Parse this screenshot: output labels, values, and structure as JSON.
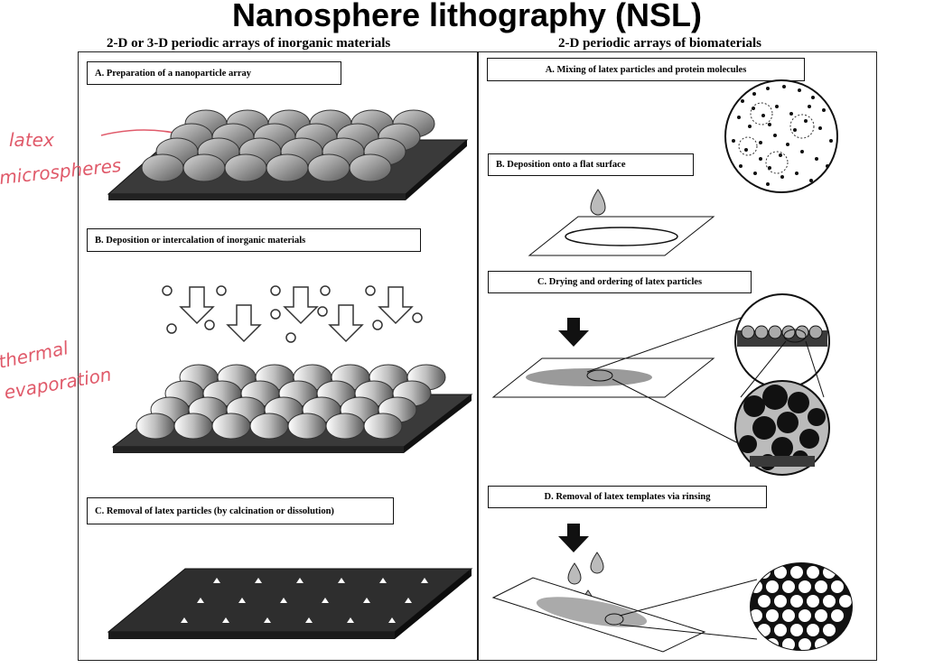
{
  "title": "Nanosphere lithography (NSL)",
  "left_column": {
    "heading": "2-D or 3-D periodic arrays of inorganic materials",
    "step_a": "A. Preparation of a nanoparticle array",
    "step_b": "B. Deposition or intercalation of inorganic materials",
    "step_c": "C. Removal of latex particles (by calcination or dissolution)"
  },
  "right_column": {
    "heading": "2-D periodic arrays of biomaterials",
    "step_a": "A. Mixing of latex particles and protein molecules",
    "step_b": "B. Deposition onto a flat surface",
    "step_c": "C. Drying and ordering of latex particles",
    "step_d": "D. Removal of latex templates via rinsing"
  },
  "annotations": {
    "latex_line1": "latex",
    "latex_line2": "microspheres",
    "thermal_line1": "thermal",
    "thermal_line2": "evaporation"
  },
  "colors": {
    "annotation": "#e05a6a",
    "substrate": "#3a3a3a",
    "sphere": "#9a9a9a"
  }
}
